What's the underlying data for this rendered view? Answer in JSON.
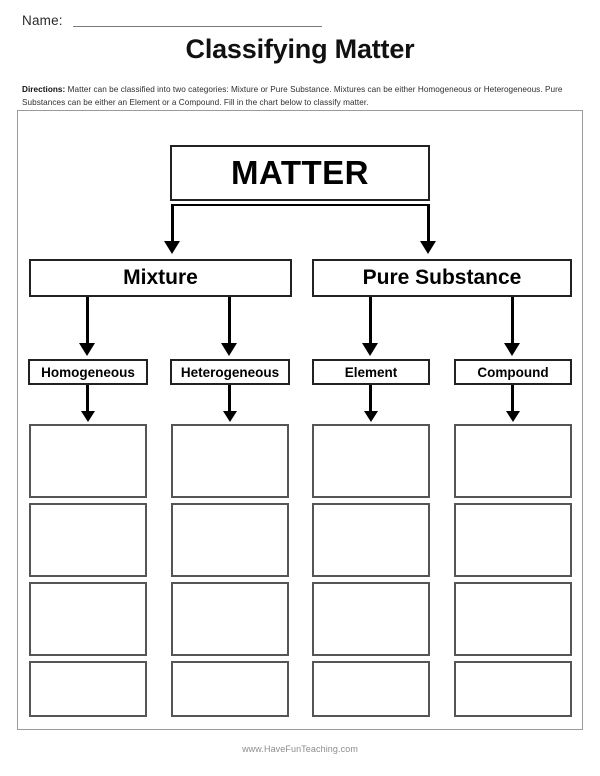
{
  "header": {
    "name_label": "Name:",
    "title": "Classifying Matter",
    "directions_label": "Directions:",
    "directions_text": " Matter can be classified into two categories: Mixture or Pure Substance. Mixtures can be either Homogeneous or Heterogeneous. Pure Substances can be either an Element or a Compound. Fill in the chart below to classify matter."
  },
  "chart": {
    "root": {
      "label": "MATTER"
    },
    "tier2": [
      {
        "label": "Mixture"
      },
      {
        "label": "Pure Substance"
      }
    ],
    "tier3": [
      {
        "label": "Homogeneous"
      },
      {
        "label": "Heterogeneous"
      },
      {
        "label": "Element"
      },
      {
        "label": "Compound"
      }
    ],
    "answer_rows": 4,
    "answer_columns": 4,
    "answer_values": [
      [
        "",
        "",
        "",
        ""
      ],
      [
        "",
        "",
        "",
        ""
      ],
      [
        "",
        "",
        "",
        ""
      ],
      [
        "",
        "",
        "",
        ""
      ]
    ]
  },
  "footer": {
    "site": "www.HaveFunTeaching.com"
  },
  "colors": {
    "box_border": "#222222",
    "blank_border": "#555555",
    "frame_border": "#9a9a9a",
    "text": "#111111",
    "footer_text": "#8d8d8d"
  }
}
